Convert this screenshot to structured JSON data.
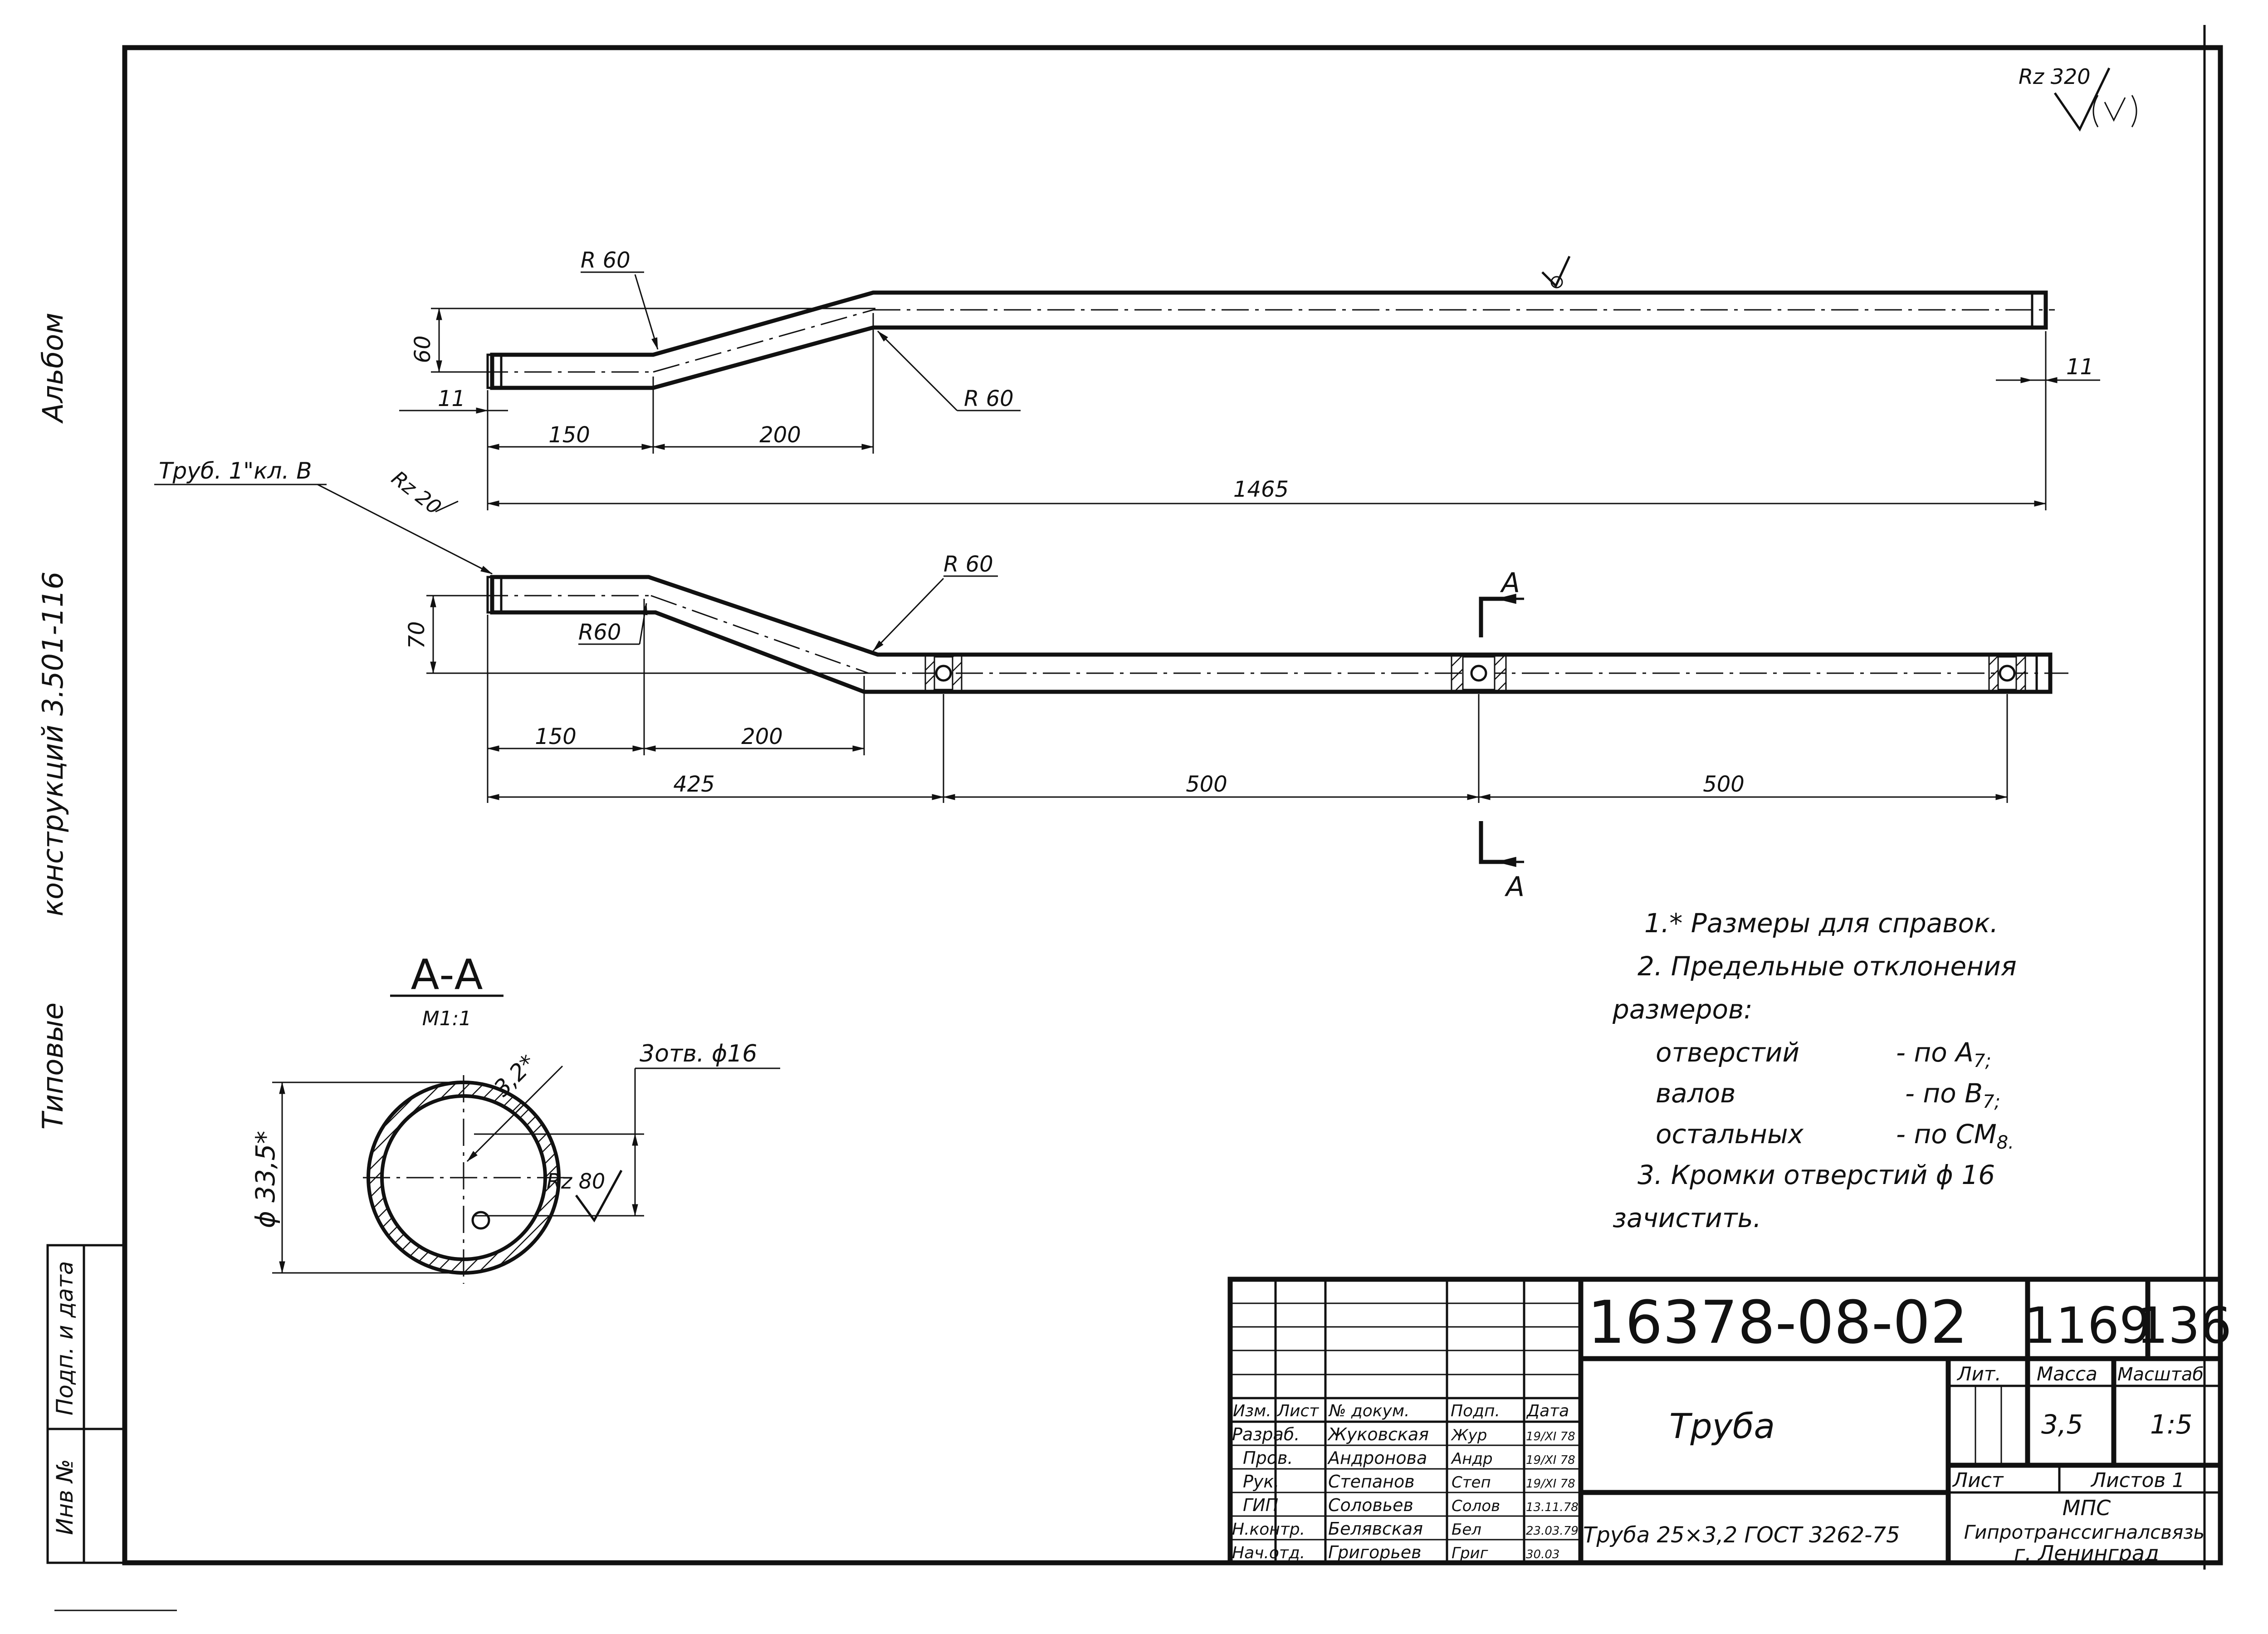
{
  "side_stamp": {
    "line1": "Альбом",
    "line2": "конструкций 3.501-116",
    "line3": "Типовые"
  },
  "roughness_general": {
    "value": "Rz 320",
    "mark": "√(√)"
  },
  "view_top": {
    "labels": {
      "r60_upper": "R 60",
      "r60_lower": "R 60",
      "dim_60": "60",
      "dim_11_left": "11",
      "dim_11_right": "11",
      "dim_150": "150",
      "dim_200": "200",
      "dim_1465": "1465"
    }
  },
  "view_bottom": {
    "labels": {
      "callout": "Труб. 1\"кл. В",
      "rz20": "Rz 20",
      "r60_upper": "R 60",
      "r60_lower": "R60",
      "dim_70": "70",
      "dim_150": "150",
      "dim_200": "200",
      "dim_425": "425",
      "dim_500_a": "500",
      "dim_500_b": "500",
      "section_mark_top": "А",
      "section_mark_bottom": "А"
    }
  },
  "section_view": {
    "title": "А-А",
    "scale": "М1:1",
    "holes": "3отв. ϕ16",
    "wall": "3,2*",
    "diameter": "ϕ 33,5*",
    "rz80": "Rz 80"
  },
  "notes": [
    "1.* Размеры для справок.",
    "2. Предельные отклонения",
    "размеров:",
    "отверстий",
    "- по А",
    "валов",
    "- по В",
    "остальных",
    "- по СМ",
    "3. Кромки отверстий ϕ 16",
    "зачистить."
  ],
  "note_subscripts": [
    "7;",
    "7;",
    "8."
  ],
  "left_strip": {
    "sign_date": "Подп. и дата",
    "inv_no": "Инв №"
  },
  "title_block": {
    "drawing_number": "16378-08-02",
    "sheet_code_1": "1169",
    "sheet_code_2": "136",
    "part_name": "Труба",
    "material": "Труба 25×3,2 ГОСТ 3262-75",
    "lit_header": "Лит.",
    "mass_header": "Масса",
    "scale_header": "Масштаб",
    "mass": "3,5",
    "scale": "1:5",
    "sheet_label": "Лист",
    "sheets_label": "Листов 1",
    "org_line1": "МПС",
    "org_line2": "Гипротранссигналсвязь",
    "org_line3": "г. Ленинград",
    "header_cols": [
      "Изм.",
      "Лист",
      "№ докум.",
      "Подп.",
      "Дата"
    ],
    "signers": [
      {
        "role": "Разраб.",
        "name": "Жуковская",
        "sign": "Жур",
        "date": "19/XI 78"
      },
      {
        "role": "Пров.",
        "name": "Андронова",
        "sign": "Андр",
        "date": "19/XI 78"
      },
      {
        "role": "Рук.",
        "name": "Степанов",
        "sign": "Степ",
        "date": "19/XI 78"
      },
      {
        "role": "ГИП",
        "name": "Соловьев",
        "sign": "Солов",
        "date": "13.11.78"
      },
      {
        "role": "Н.контр.",
        "name": "Белявская",
        "sign": "Бел",
        "date": "23.03.79"
      },
      {
        "role": "Нач.отд.",
        "name": "Григорьев",
        "sign": "Григ",
        "date": "30.03"
      }
    ]
  }
}
